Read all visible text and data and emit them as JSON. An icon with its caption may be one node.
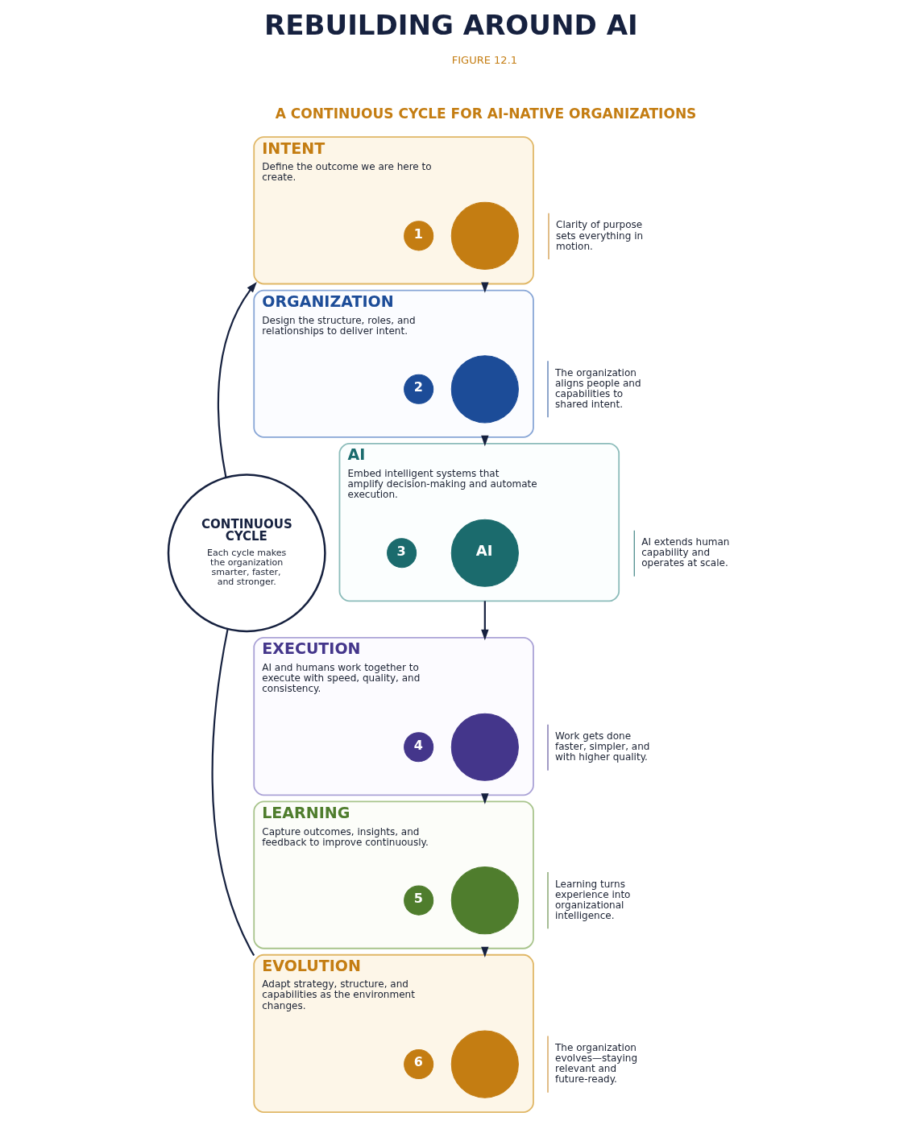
{
  "diagram": {
    "title": "REBUILDING AROUND AI",
    "nodes": [
      {
        "text": [
          "INTENT",
          "Define the outcome we are here to create."
        ],
        "beside": [
          "Clarity of purpose sets everything in motion."
        ]
      },
      {
        "text": [
          "1"
        ],
        "in": 0
      },
      {
        "text": [],
        "shape": "circle",
        "in": 0
      },
      {
        "text": [
          "ORGANIZATION",
          "Design the structure, roles, and relationships to deliver intent."
        ],
        "beside": [
          "The organization aligns people and capabilities to shared intent."
        ]
      },
      {
        "text": [
          "2"
        ],
        "in": 3
      },
      {
        "text": [],
        "shape": "circle",
        "in": 3
      },
      {
        "text": [
          "AI",
          "Embed intelligent systems that amplify decision-making and automate execution."
        ],
        "beside": [
          "AI extends human capability and operates at scale."
        ]
      },
      {
        "text": [
          "3"
        ],
        "in": 6
      },
      {
        "text": [
          "AI"
        ],
        "in": 6
      },
      {
        "text": [
          "EXECUTION",
          "AI and humans work together to execute with speed, quality, and consistency."
        ],
        "beside": [
          "Work gets done faster, simpler, and with higher quality."
        ]
      },
      {
        "text": [
          "4"
        ],
        "in": 9
      },
      {
        "text": [],
        "shape": "circle",
        "in": 9
      },
      {
        "text": [
          "LEARNING",
          "Capture outcomes, insights, and feedback to improve continuously."
        ],
        "beside": [
          "Learning turns experience into organizational intelligence."
        ]
      },
      {
        "text": [
          "5"
        ],
        "in": 12
      },
      {
        "text": [],
        "shape": "circle",
        "in": 12
      },
      {
        "text": [
          "EVOLUTION",
          "Adapt strategy, structure, and capabilities as the environment changes."
        ],
        "beside": [
          "The organization evolves—staying relevant and future-ready."
        ]
      },
      {
        "text": [
          "6"
        ],
        "in": 15
      },
      {
        "text": [],
        "shape": "circle",
        "in": 15
      },
      {
        "text": [
          "CONTINUOUS CYCLE",
          "Each cycle makes the organization smarter, faster, and stronger."
        ]
      }
    ],
    "edges": [
      {
        "from": 0,
        "to": 3,
        "arrow": "to"
      },
      {
        "from": 3,
        "to": 6,
        "arrow": "to"
      },
      {
        "from": 6,
        "to": 9,
        "arrow": "to"
      },
      {
        "from": 9,
        "to": 12,
        "arrow": "to"
      },
      {
        "from": 12,
        "to": 15,
        "arrow": "to"
      },
      {
        "from": 15,
        "to": 18,
        "arrow": "none"
      },
      {
        "from": 18,
        "to": 0,
        "arrow": "to"
      }
    ],
    "labels": [
      "FIGURE 12.1",
      "A CONTINUOUS CYCLE FOR AI-NATIVE ORGANIZATIONS"
    ]
  }
}
